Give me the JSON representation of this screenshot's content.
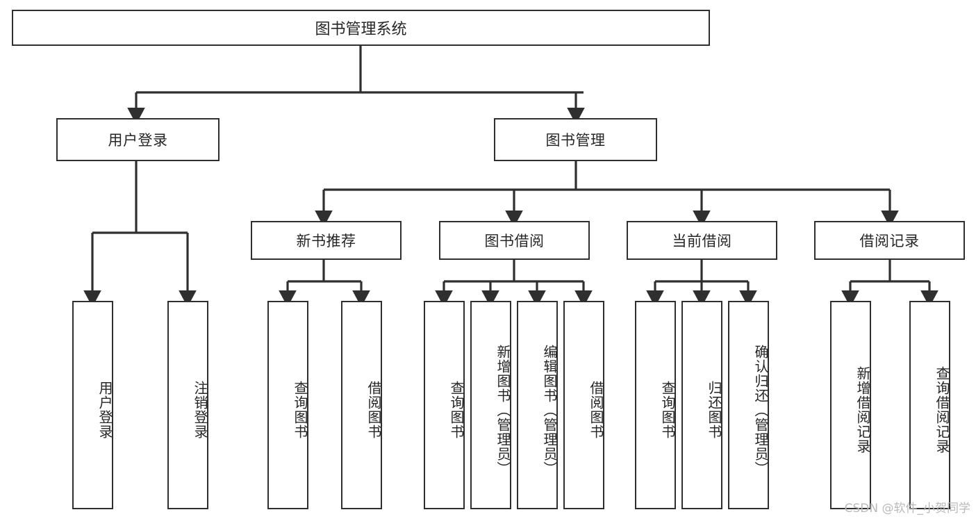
{
  "diagram": {
    "type": "tree-hierarchy",
    "title": "图书管理系统",
    "orientation": "top-down",
    "watermark": "CSDN @软件_小贺同学",
    "colors": {
      "box_border": "#2f2f2f",
      "box_fill": "#ffffff",
      "connector": "#2f2f2f",
      "text": "#262626",
      "watermark": "#b9b9b9"
    },
    "nodes": {
      "root": {
        "id": "root",
        "label": "图书管理系统",
        "level": 0,
        "orientation": "horizontal"
      },
      "level1": [
        {
          "id": "user-login",
          "label": "用户登录",
          "level": 1,
          "orientation": "horizontal"
        },
        {
          "id": "book-manage",
          "label": "图书管理",
          "level": 1,
          "orientation": "horizontal"
        }
      ],
      "level2": [
        {
          "id": "new-book-recommend",
          "label": "新书推荐",
          "level": 2,
          "orientation": "horizontal",
          "parent": "book-manage"
        },
        {
          "id": "book-borrow",
          "label": "图书借阅",
          "level": 2,
          "orientation": "horizontal",
          "parent": "book-manage"
        },
        {
          "id": "current-borrow",
          "label": "当前借阅",
          "level": 2,
          "orientation": "horizontal",
          "parent": "book-manage"
        },
        {
          "id": "borrow-record",
          "label": "借阅记录",
          "level": 2,
          "orientation": "horizontal",
          "parent": "book-manage"
        }
      ],
      "leaves": [
        {
          "id": "leaf-user-login",
          "label": "用户登录",
          "parent": "user-login",
          "orientation": "vertical"
        },
        {
          "id": "leaf-user-logout",
          "label": "注销登录",
          "parent": "user-login",
          "orientation": "vertical"
        },
        {
          "id": "leaf-query-book-1",
          "label": "查询图书",
          "parent": "new-book-recommend",
          "orientation": "vertical"
        },
        {
          "id": "leaf-borrow-book-1",
          "label": "借阅图书",
          "parent": "new-book-recommend",
          "orientation": "vertical"
        },
        {
          "id": "leaf-query-book-2",
          "label": "查询图书",
          "parent": "book-borrow",
          "orientation": "vertical"
        },
        {
          "id": "leaf-add-book-admin",
          "label": "新增图书（管理员）",
          "parent": "book-borrow",
          "orientation": "vertical"
        },
        {
          "id": "leaf-edit-book-admin",
          "label": "编辑图书（管理员）",
          "parent": "book-borrow",
          "orientation": "vertical"
        },
        {
          "id": "leaf-borrow-book-2",
          "label": "借阅图书",
          "parent": "book-borrow",
          "orientation": "vertical"
        },
        {
          "id": "leaf-query-book-3",
          "label": "查询图书",
          "parent": "current-borrow",
          "orientation": "vertical"
        },
        {
          "id": "leaf-return-book",
          "label": "归还图书",
          "parent": "current-borrow",
          "orientation": "vertical"
        },
        {
          "id": "leaf-confirm-return-admin",
          "label": "确认归还（管理员）",
          "parent": "current-borrow",
          "orientation": "vertical"
        },
        {
          "id": "leaf-add-borrow-record",
          "label": "新增借阅记录",
          "parent": "borrow-record",
          "orientation": "vertical"
        },
        {
          "id": "leaf-query-borrow-record",
          "label": "查询借阅记录",
          "parent": "borrow-record",
          "orientation": "vertical"
        }
      ]
    }
  }
}
